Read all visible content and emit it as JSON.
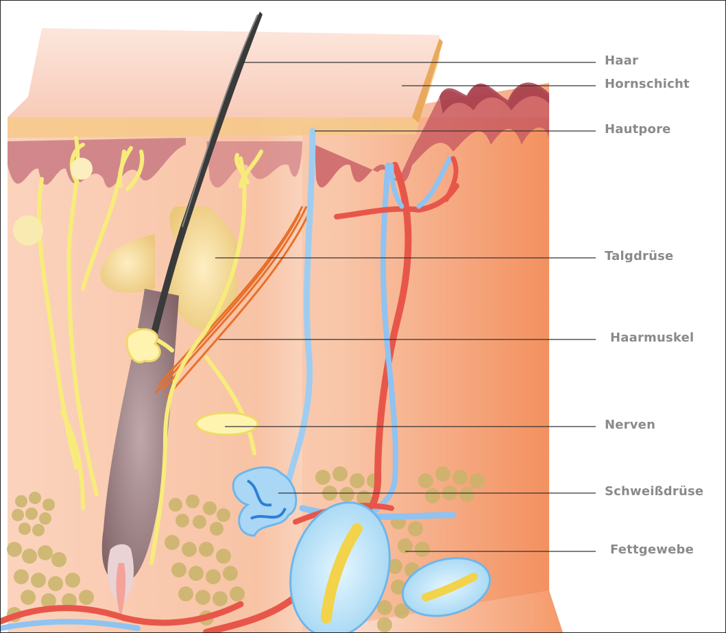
{
  "labels": {
    "haar": "Haar",
    "hornschicht": "Hornschicht",
    "hautpore": "Hautpore",
    "talgdruese": "Talgdrüse",
    "haarmuskel": "Haarmuskel",
    "nerven": "Nerven",
    "schweissdruese": "Schweißdrüse",
    "fettgewebe": "Fettgewebe"
  },
  "colors": {
    "skin": "#f7b98f",
    "skin_light": "#fbd9c4",
    "horn_layer": "#f6c98a",
    "dermis_dark": "#c9707a",
    "hair": "#3a3a3a",
    "nerve": "#f7ec7a",
    "artery": "#e8564a",
    "vein": "#8ec3f2",
    "fat": "#c9b46a",
    "gland": "#f5d98a",
    "label_text": "#8a8a8a",
    "leader_line": "#333333"
  }
}
